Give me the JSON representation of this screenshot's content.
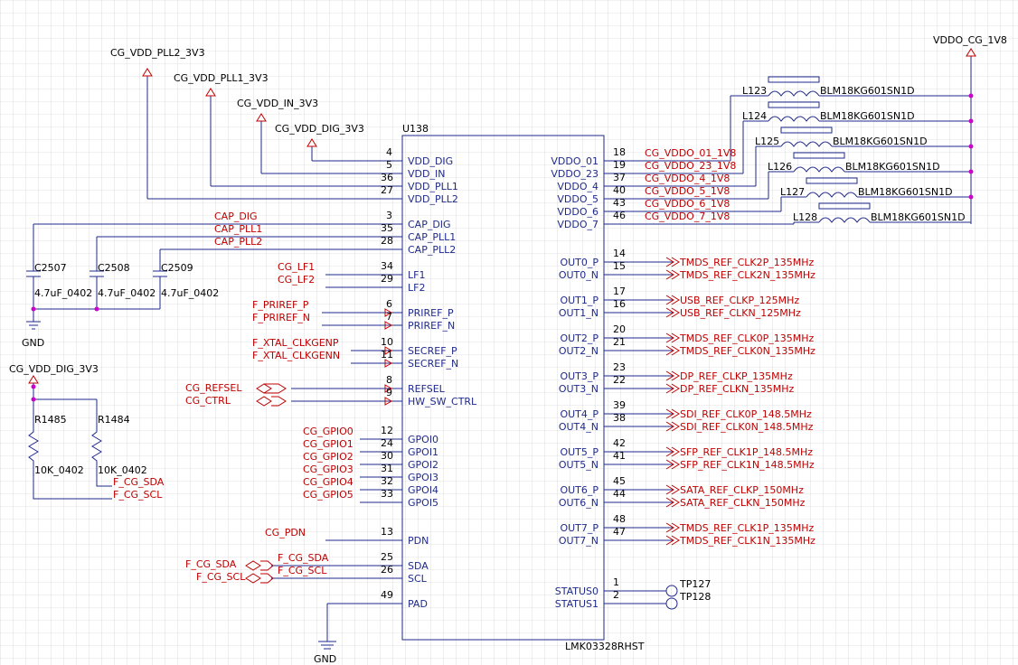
{
  "chip": {
    "ref": "U138",
    "part": "LMK03328RHST",
    "left_pins": [
      {
        "num": "4",
        "name": "VDD_DIG"
      },
      {
        "num": "5",
        "name": "VDD_IN"
      },
      {
        "num": "36",
        "name": "VDD_PLL1"
      },
      {
        "num": "27",
        "name": "VDD_PLL2"
      },
      {
        "num": "3",
        "name": "CAP_DIG"
      },
      {
        "num": "35",
        "name": "CAP_PLL1"
      },
      {
        "num": "28",
        "name": "CAP_PLL2"
      },
      {
        "num": "34",
        "name": "LF1"
      },
      {
        "num": "29",
        "name": "LF2"
      },
      {
        "num": "6",
        "name": "PRIREF_P"
      },
      {
        "num": "7",
        "name": "PRIREF_N"
      },
      {
        "num": "10",
        "name": "SECREF_P"
      },
      {
        "num": "11",
        "name": "SECREF_N"
      },
      {
        "num": "8",
        "name": "REFSEL"
      },
      {
        "num": "9",
        "name": "HW_SW_CTRL"
      },
      {
        "num": "12",
        "name": "GPOI0"
      },
      {
        "num": "24",
        "name": "GPOI1"
      },
      {
        "num": "30",
        "name": "GPOI2"
      },
      {
        "num": "31",
        "name": "GPOI3"
      },
      {
        "num": "32",
        "name": "GPOI4"
      },
      {
        "num": "33",
        "name": "GPOI5"
      },
      {
        "num": "13",
        "name": "PDN"
      },
      {
        "num": "25",
        "name": "SDA"
      },
      {
        "num": "26",
        "name": "SCL"
      },
      {
        "num": "49",
        "name": "PAD"
      }
    ],
    "right_pins": [
      {
        "num": "18",
        "name": "VDDO_01"
      },
      {
        "num": "19",
        "name": "VDDO_23"
      },
      {
        "num": "37",
        "name": "VDDO_4"
      },
      {
        "num": "40",
        "name": "VDDO_5"
      },
      {
        "num": "43",
        "name": "VDDO_6"
      },
      {
        "num": "46",
        "name": "VDDO_7"
      },
      {
        "num": "14",
        "name": "OUT0_P"
      },
      {
        "num": "15",
        "name": "OUT0_N"
      },
      {
        "num": "17",
        "name": "OUT1_P"
      },
      {
        "num": "16",
        "name": "OUT1_N"
      },
      {
        "num": "20",
        "name": "OUT2_P"
      },
      {
        "num": "21",
        "name": "OUT2_N"
      },
      {
        "num": "23",
        "name": "OUT3_P"
      },
      {
        "num": "22",
        "name": "OUT3_N"
      },
      {
        "num": "39",
        "name": "OUT4_P"
      },
      {
        "num": "38",
        "name": "OUT4_N"
      },
      {
        "num": "42",
        "name": "OUT5_P"
      },
      {
        "num": "41",
        "name": "OUT5_N"
      },
      {
        "num": "45",
        "name": "OUT6_P"
      },
      {
        "num": "44",
        "name": "OUT6_N"
      },
      {
        "num": "48",
        "name": "OUT7_P"
      },
      {
        "num": "47",
        "name": "OUT7_N"
      },
      {
        "num": "1",
        "name": "STATUS0"
      },
      {
        "num": "2",
        "name": "STATUS1"
      }
    ]
  },
  "power_ports": [
    "CG_VDD_PLL2_3V3",
    "CG_VDD_PLL1_3V3",
    "CG_VDD_IN_3V3",
    "CG_VDD_DIG_3V3",
    "VDDO_CG_1V8",
    "CG_VDD_DIG_3V3"
  ],
  "left_nets": [
    "CAP_DIG",
    "CAP_PLL1",
    "CAP_PLL2",
    "CG_LF1",
    "CG_LF2",
    "F_PRIREF_P",
    "F_PRIREF_N",
    "F_XTAL_CLKGENP",
    "F_XTAL_CLKGENN",
    "CG_GPIO0",
    "CG_GPIO1",
    "CG_GPIO2",
    "CG_GPIO3",
    "CG_GPIO4",
    "CG_GPIO5",
    "CG_PDN",
    "F_CG_SDA",
    "F_CG_SCL"
  ],
  "ctrl_ports": [
    "CG_REFSEL",
    "CG_CTRL",
    "F_CG_SDA",
    "F_CG_SCL"
  ],
  "caps": [
    {
      "ref": "C2507",
      "value": "4.7uF_0402"
    },
    {
      "ref": "C2508",
      "value": "4.7uF_0402"
    },
    {
      "ref": "C2509",
      "value": "4.7uF_0402"
    }
  ],
  "resistors": [
    {
      "ref": "R1485",
      "value": "10K_0402"
    },
    {
      "ref": "R1484",
      "value": "10K_0402"
    }
  ],
  "resistor_nets": [
    "F_CG_SDA",
    "F_CG_SCL"
  ],
  "gnd_labels": [
    "GND",
    "GND"
  ],
  "inductors": [
    {
      "ref": "L123",
      "part": "BLM18KG601SN1D",
      "net": "CG_VDDO_01_1V8"
    },
    {
      "ref": "L124",
      "part": "BLM18KG601SN1D",
      "net": "CG_VDDO_23_1V8"
    },
    {
      "ref": "L125",
      "part": "BLM18KG601SN1D",
      "net": "CG_VDDO_4_1V8"
    },
    {
      "ref": "L126",
      "part": "BLM18KG601SN1D",
      "net": "CG_VDDO_5_1V8"
    },
    {
      "ref": "L127",
      "part": "BLM18KG601SN1D",
      "net": "CG_VDDO_6_1V8"
    },
    {
      "ref": "L128",
      "part": "BLM18KG601SN1D",
      "net": "CG_VDDO_7_1V8"
    }
  ],
  "out_nets": [
    "TMDS_REF_CLK2P_135MHz",
    "TMDS_REF_CLK2N_135MHz",
    "USB_REF_CLKP_125MHz",
    "USB_REF_CLKN_125MHz",
    "TMDS_REF_CLK0P_135MHz",
    "TMDS_REF_CLK0N_135MHz",
    "DP_REF_CLKP_135MHz",
    "DP_REF_CLKN_135MHz",
    "SDI_REF_CLK0P_148.5MHz",
    "SDI_REF_CLK0N_148.5MHz",
    "SFP_REF_CLK1P_148.5MHz",
    "SFP_REF_CLK1N_148.5MHz",
    "SATA_REF_CLKP_150MHz",
    "SATA_REF_CLKN_150MHz",
    "TMDS_REF_CLK1P_135MHz",
    "TMDS_REF_CLK1N_135MHz"
  ],
  "testpoints": [
    "TP127",
    "TP128"
  ]
}
